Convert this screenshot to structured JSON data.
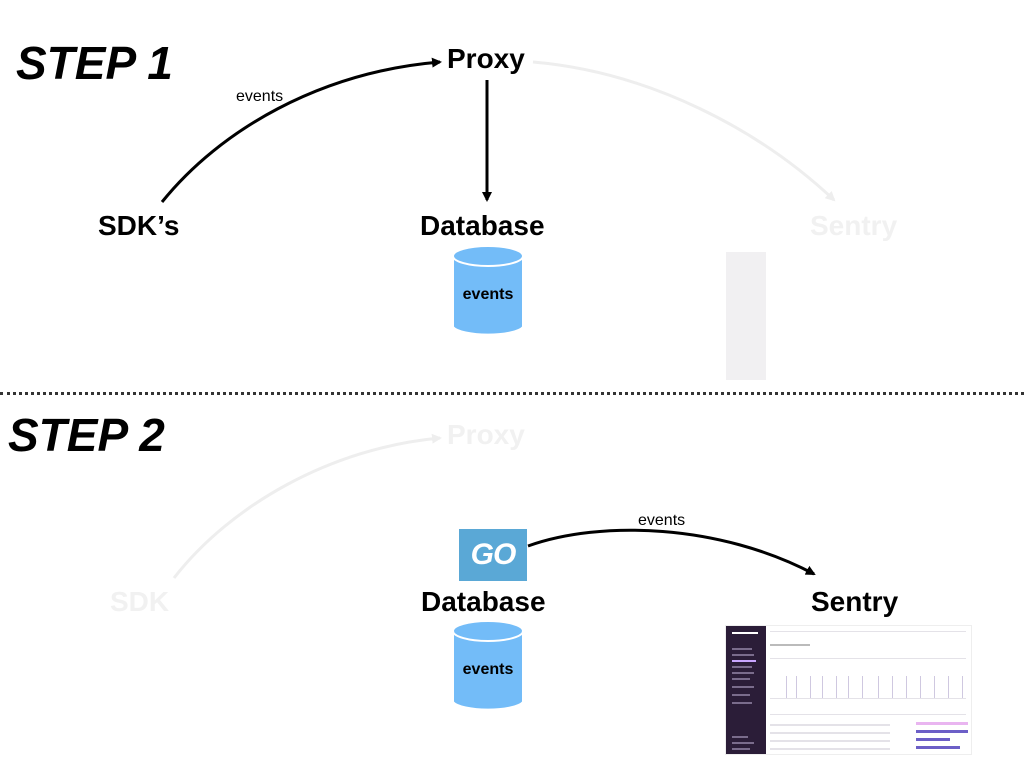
{
  "step1": {
    "title": "STEP 1",
    "nodes": {
      "proxy": "Proxy",
      "sdks": "SDK’s",
      "database": "Database",
      "sentry": "Sentry"
    },
    "edge_label": "events",
    "db_label": "events"
  },
  "step2": {
    "title": "STEP 2",
    "nodes": {
      "proxy": "Proxy",
      "sdk": "SDK",
      "database": "Database",
      "sentry": "Sentry"
    },
    "edge_label": "events",
    "db_label": "events",
    "go_logo": "GO"
  },
  "colors": {
    "database": "#73bcf8",
    "go_logo": "#5aa8d6",
    "faded": "#f1f1f1",
    "arrow": "#000000"
  }
}
